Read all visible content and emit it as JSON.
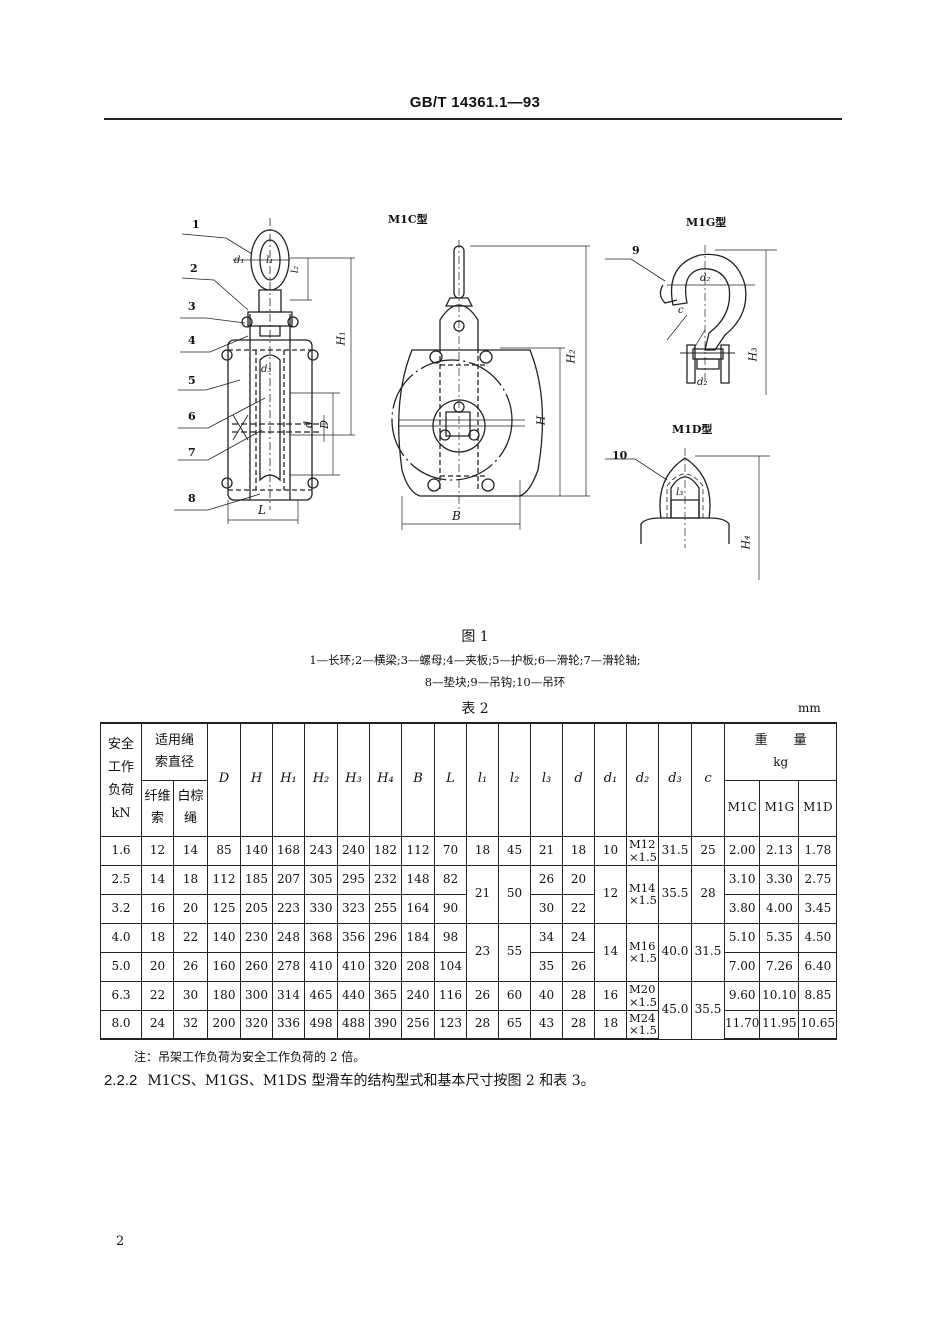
{
  "header": {
    "title": "GB/T 14361.1—93"
  },
  "figure": {
    "type_labels": {
      "m1c": "M1C型",
      "m1g": "M1G型",
      "m1d": "M1D型"
    },
    "callouts": [
      "1",
      "2",
      "3",
      "4",
      "5",
      "6",
      "7",
      "8",
      "9",
      "10"
    ],
    "dimension_labels": {
      "d1": "d₁",
      "l1": "l₁",
      "l2": "l₂",
      "H1": "H₁",
      "d3": "d₃",
      "d": "d",
      "D": "D",
      "L": "L",
      "H2": "H₂",
      "H": "H",
      "B": "B",
      "d2": "d₂",
      "c": "c",
      "d2b": "d₂",
      "H3": "H₃",
      "l3": "l₃",
      "H4": "H₄"
    },
    "caption": "图 1",
    "legend_line1": "1—长环;2—横梁;3—螺母;4—夹板;5—护板;6—滑轮;7—滑轮轴;",
    "legend_line2": "8—垫块;9—吊钩;10—吊环"
  },
  "table": {
    "caption": "表 2",
    "unit": "mm",
    "headers": {
      "load": [
        "安全",
        "工作",
        "负荷",
        "kN"
      ],
      "rope_group": [
        "适用绳",
        "索直径"
      ],
      "rope_fiber": [
        "纤维",
        "索"
      ],
      "rope_white": [
        "白棕",
        "绳"
      ],
      "dims": [
        "D",
        "H",
        "H₁",
        "H₂",
        "H₃",
        "H₄",
        "B",
        "L",
        "l₁",
        "l₂",
        "l₃",
        "d",
        "d₁",
        "d₂",
        "d₃",
        "c"
      ],
      "weight_group": "重　　量",
      "weight_unit": "kg",
      "weights": [
        "M1C",
        "M1G",
        "M1D"
      ]
    },
    "rows": [
      {
        "load": "1.6",
        "fiber": "12",
        "white": "14",
        "D": "85",
        "H": "140",
        "H1": "168",
        "H2": "243",
        "H3": "240",
        "H4": "182",
        "B": "112",
        "L": "70",
        "l1": "18",
        "l2": "45",
        "l3": "21",
        "d": "18",
        "d1": "10",
        "d2": [
          "M12",
          "×1.5"
        ],
        "d3": "31.5",
        "c": "25",
        "w_m1c": "2.00",
        "w_m1g": "2.13",
        "w_m1d": "1.78"
      },
      {
        "load": "2.5",
        "fiber": "14",
        "white": "18",
        "D": "112",
        "H": "185",
        "H1": "207",
        "H2": "305",
        "H3": "295",
        "H4": "232",
        "B": "148",
        "L": "82",
        "l1": "21",
        "l2": "50",
        "l3": "26",
        "d": "20",
        "d1": "12",
        "d2": [
          "M14",
          "×1.5"
        ],
        "d3": "35.5",
        "c": "28",
        "w_m1c": "3.10",
        "w_m1g": "3.30",
        "w_m1d": "2.75"
      },
      {
        "load": "3.2",
        "fiber": "16",
        "white": "20",
        "D": "125",
        "H": "205",
        "H1": "223",
        "H2": "330",
        "H3": "323",
        "H4": "255",
        "B": "164",
        "L": "90",
        "l3": "30",
        "d": "22",
        "w_m1c": "3.80",
        "w_m1g": "4.00",
        "w_m1d": "3.45"
      },
      {
        "load": "4.0",
        "fiber": "18",
        "white": "22",
        "D": "140",
        "H": "230",
        "H1": "248",
        "H2": "368",
        "H3": "356",
        "H4": "296",
        "B": "184",
        "L": "98",
        "l1": "23",
        "l2": "55",
        "l3": "34",
        "d": "24",
        "d1": "14",
        "d2": [
          "M16",
          "×1.5"
        ],
        "d3": "40.0",
        "c": "31.5",
        "w_m1c": "5.10",
        "w_m1g": "5.35",
        "w_m1d": "4.50"
      },
      {
        "load": "5.0",
        "fiber": "20",
        "white": "26",
        "D": "160",
        "H": "260",
        "H1": "278",
        "H2": "410",
        "H3": "410",
        "H4": "320",
        "B": "208",
        "L": "104",
        "l3": "35",
        "d": "26",
        "w_m1c": "7.00",
        "w_m1g": "7.26",
        "w_m1d": "6.40"
      },
      {
        "load": "6.3",
        "fiber": "22",
        "white": "30",
        "D": "180",
        "H": "300",
        "H1": "314",
        "H2": "465",
        "H3": "440",
        "H4": "365",
        "B": "240",
        "L": "116",
        "l1": "26",
        "l2": "60",
        "l3": "40",
        "d": "28",
        "d1": "16",
        "d2": [
          "M20",
          "×1.5"
        ],
        "d3": "45.0",
        "c": "35.5",
        "w_m1c": "9.60",
        "w_m1g": "10.10",
        "w_m1d": "8.85"
      },
      {
        "load": "8.0",
        "fiber": "24",
        "white": "32",
        "D": "200",
        "H": "320",
        "H1": "336",
        "H2": "498",
        "H3": "488",
        "H4": "390",
        "B": "256",
        "L": "123",
        "l1": "28",
        "l2": "65",
        "l3": "43",
        "d": "28",
        "d1": "18",
        "d2": [
          "M24",
          "×1.5"
        ],
        "w_m1c": "11.70",
        "w_m1g": "11.95",
        "w_m1d": "10.65"
      }
    ],
    "note": "注：吊架工作负荷为安全工作负荷的 2 倍。"
  },
  "clause": {
    "number": "2.2.2",
    "text": "M1CS、M1GS、M1DS 型滑车的结构型式和基本尺寸按图 2 和表 3。"
  },
  "footer": {
    "page_number": "2"
  }
}
